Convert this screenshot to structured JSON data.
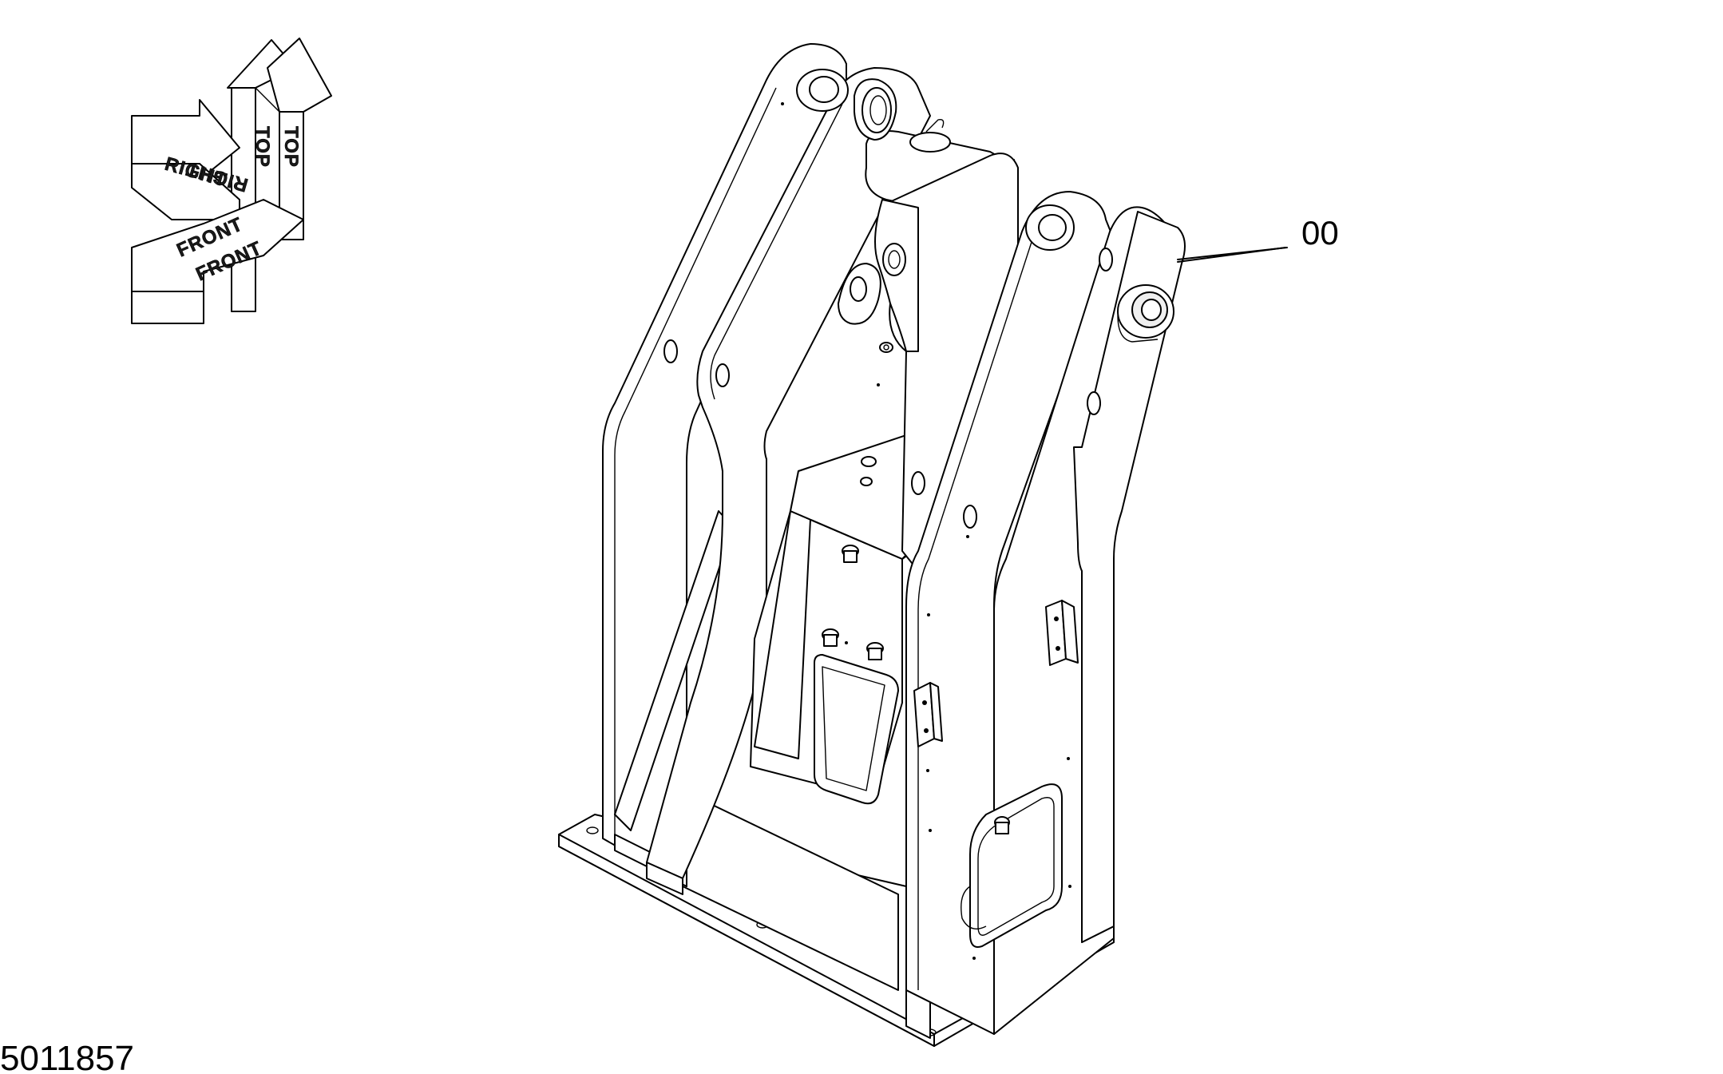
{
  "diagram": {
    "orientation_labels": {
      "top_upper": "TOP",
      "top_lower": "TOP",
      "right_upper": "RIGHT",
      "right_lower": "RIGHT",
      "front_upper": "FRONT",
      "front_lower": "FRONT"
    },
    "callout_label": "00",
    "document_number": "5011857"
  }
}
